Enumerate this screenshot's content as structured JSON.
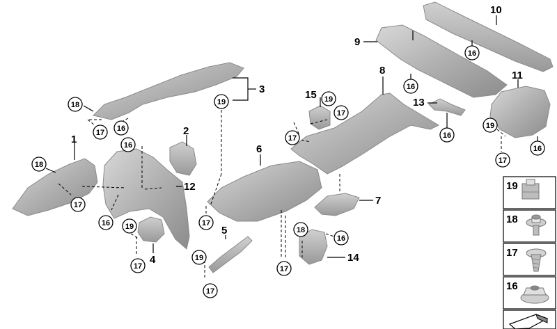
{
  "callouts": {
    "c1": "1",
    "c2": "2",
    "c3": "3",
    "c4": "4",
    "c5": "5",
    "c6": "6",
    "c7": "7",
    "c9": "9",
    "c10": "10",
    "c11": "11",
    "c12": "12",
    "c13": "13",
    "c14": "14",
    "c15": "15"
  },
  "circled": {
    "n16": "16",
    "n17": "17",
    "n18": "18",
    "n19": "19"
  },
  "legend": {
    "items": [
      "19",
      "18",
      "17",
      "16"
    ]
  },
  "colors": {
    "part_fill": "#b4b4b4",
    "part_dark": "#8e8e8e",
    "part_light": "#d6d6d6",
    "legend_border": "#000000"
  }
}
